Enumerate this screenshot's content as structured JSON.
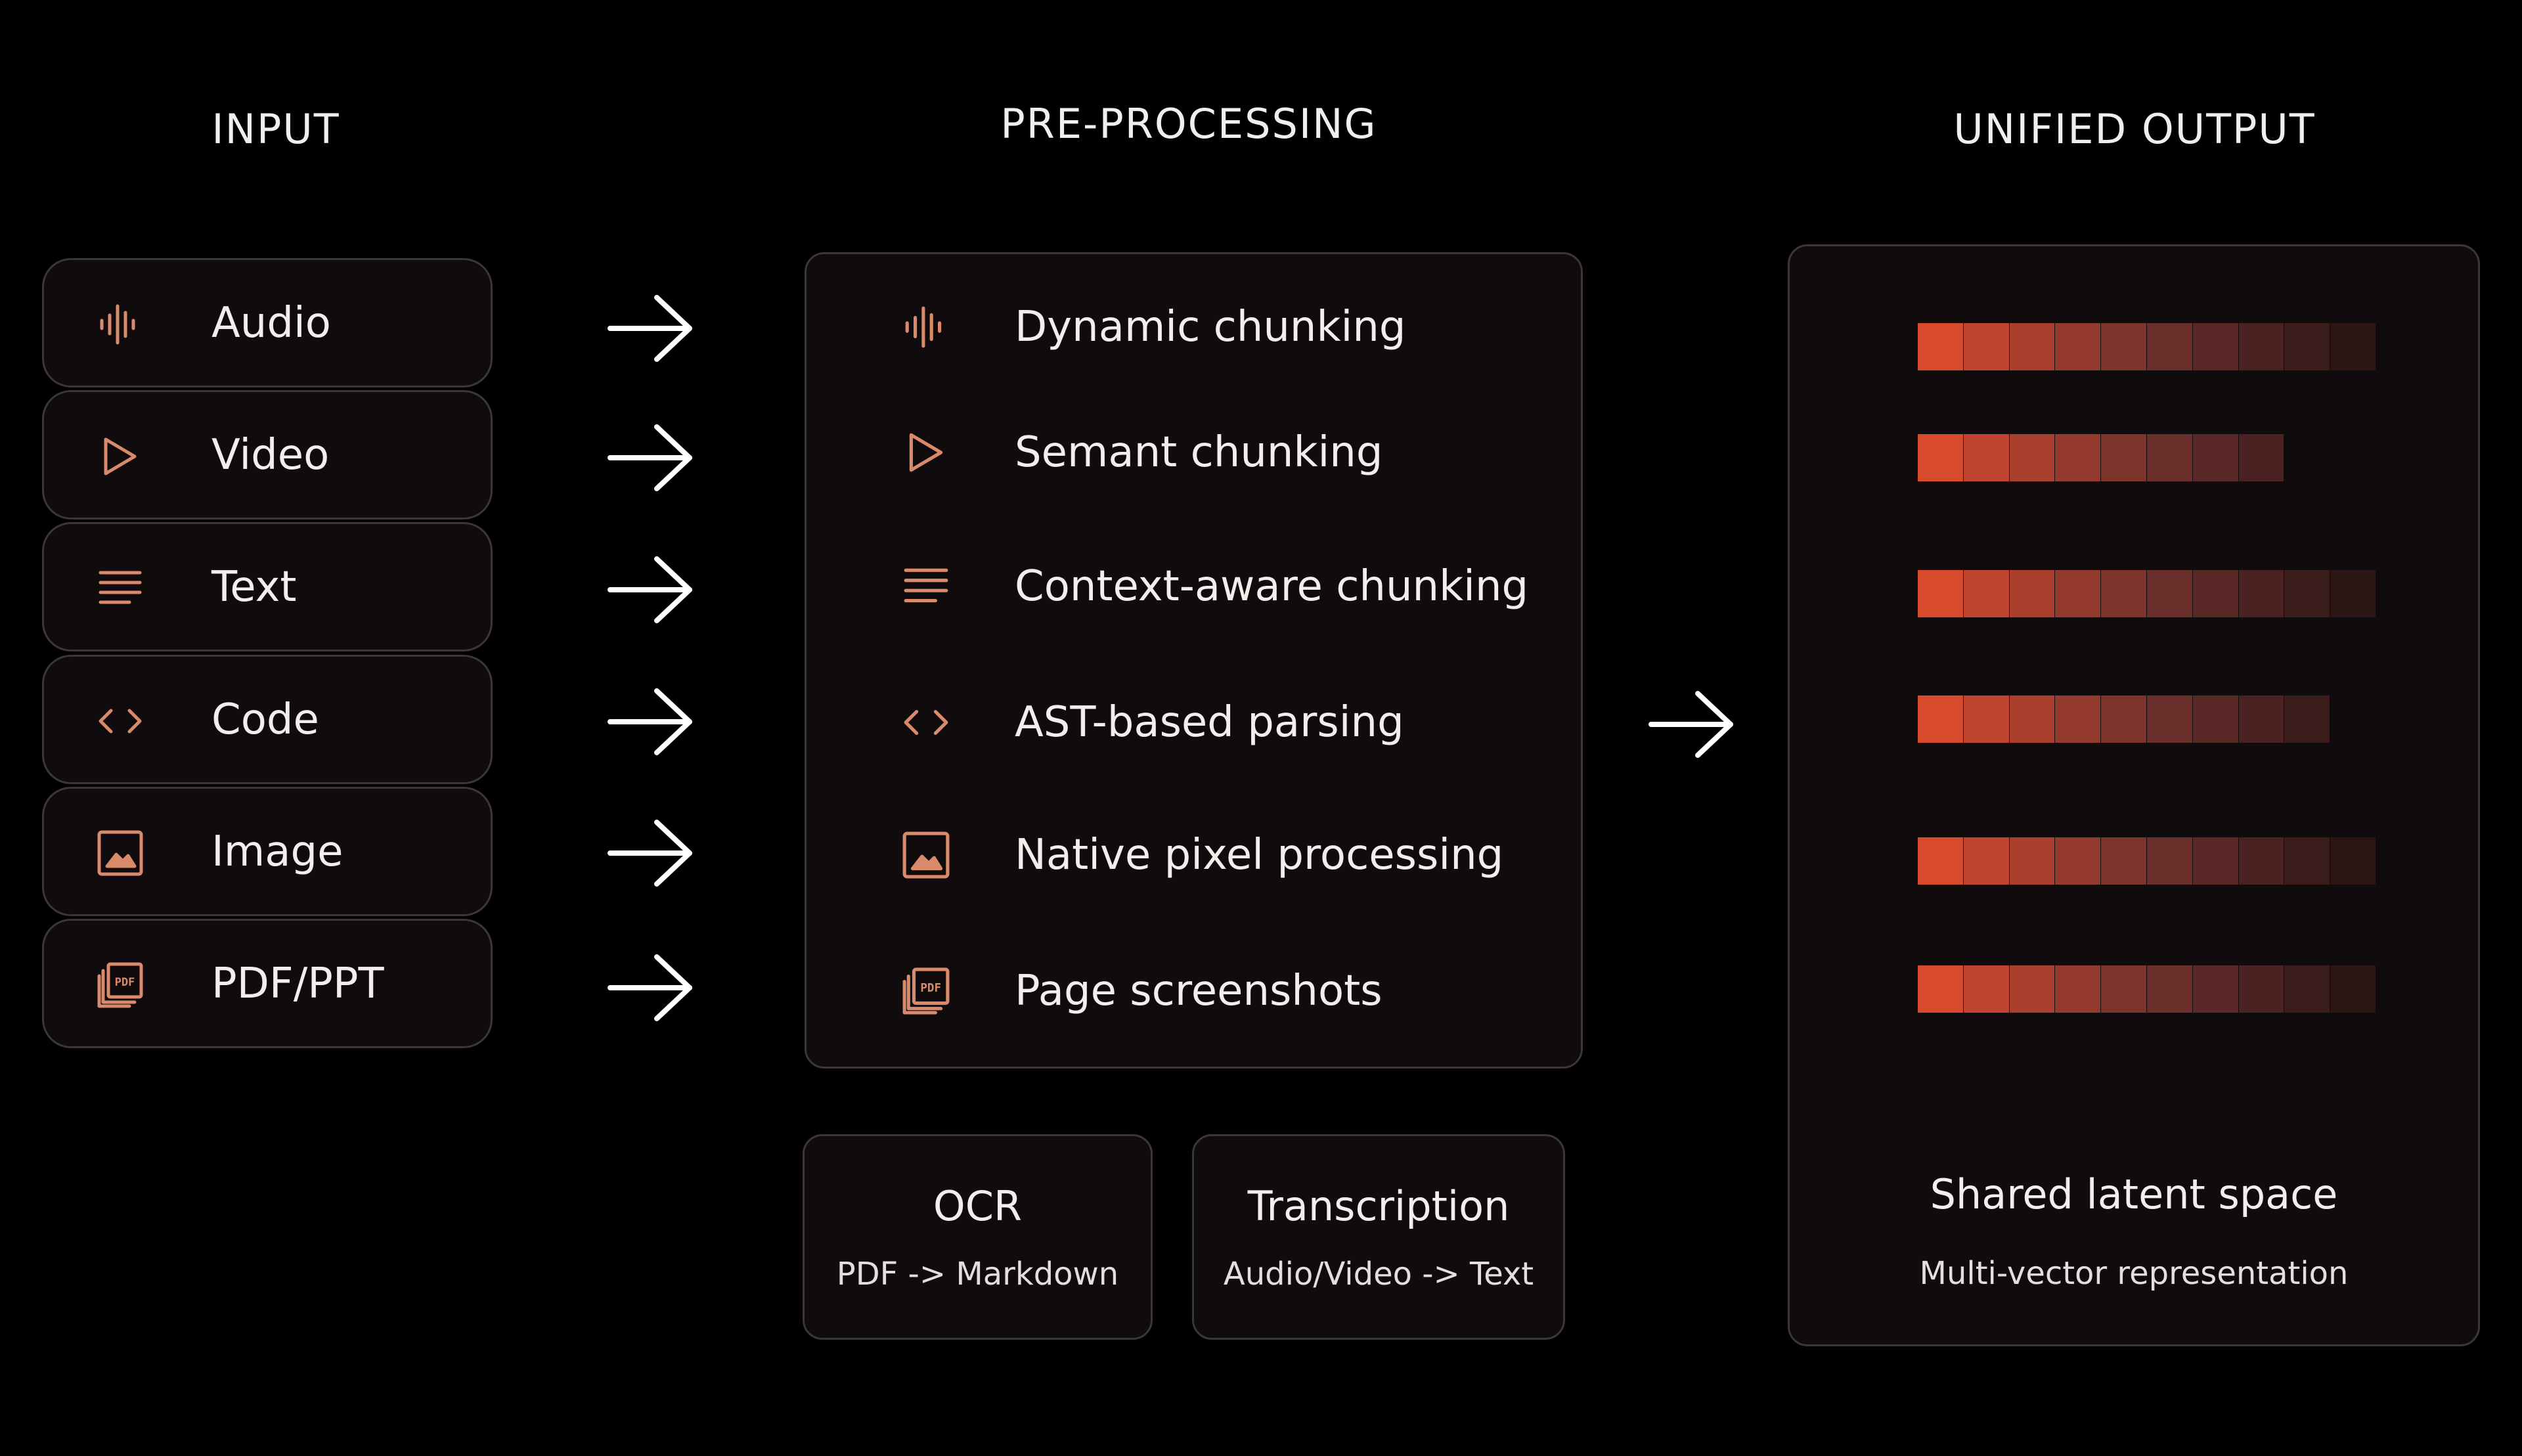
{
  "titles": {
    "input": "INPUT",
    "preprocessing": "PRE-PROCESSING",
    "output": "UNIFIED OUTPUT"
  },
  "inputs": [
    {
      "label": "Audio",
      "icon": "waveform-icon"
    },
    {
      "label": "Video",
      "icon": "play-icon"
    },
    {
      "label": "Text",
      "icon": "text-lines-icon"
    },
    {
      "label": "Code",
      "icon": "code-brackets-icon"
    },
    {
      "label": "Image",
      "icon": "image-icon"
    },
    {
      "label": "PDF/PPT",
      "icon": "pdf-icon"
    }
  ],
  "preprocessing": [
    {
      "label": "Dynamic chunking",
      "icon": "waveform-icon"
    },
    {
      "label": "Semant chunking",
      "icon": "play-icon"
    },
    {
      "label": "Context-aware chunking",
      "icon": "text-lines-icon"
    },
    {
      "label": "AST-based parsing",
      "icon": "code-brackets-icon"
    },
    {
      "label": "Native pixel processing",
      "icon": "image-icon"
    },
    {
      "label": "Page screenshots",
      "icon": "pdf-icon"
    }
  ],
  "extra_steps": [
    {
      "title": "OCR",
      "subtitle": "PDF -> Markdown"
    },
    {
      "title": "Transcription",
      "subtitle": "Audio/Video -> Text"
    }
  ],
  "output": {
    "title": "Shared latent space",
    "subtitle": "Multi-vector representation",
    "vector_lengths": [
      10,
      8,
      10,
      9,
      10,
      10
    ]
  },
  "colors": {
    "accent": "#d98a6a",
    "vector_gradient": [
      "#d84a2c",
      "#c04430",
      "#a93f2c",
      "#933a2c",
      "#7d352b",
      "#6a2f2a",
      "#5a2827",
      "#4a2222",
      "#3a1c1a",
      "#2c1614"
    ]
  }
}
